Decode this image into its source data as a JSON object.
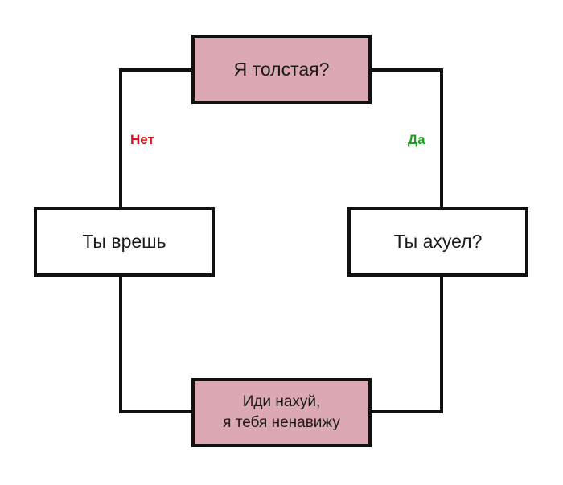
{
  "diagram": {
    "type": "flowchart",
    "colors": {
      "decision_fill": "#dba8b3",
      "node_fill": "#ffffff",
      "stroke": "#111111",
      "no_label": "#d9141f",
      "yes_label": "#1ea01e"
    },
    "nodes": {
      "top": {
        "text": "Я толстая?"
      },
      "left": {
        "text": "Ты врешь"
      },
      "right": {
        "text": "Ты ахуел?"
      },
      "bottom": {
        "line1": "Иди нахуй,",
        "line2": "я тебя ненавижу"
      }
    },
    "edges": {
      "no": {
        "label": "Нет",
        "from": "top",
        "to": "left"
      },
      "yes": {
        "label": "Да",
        "from": "top",
        "to": "right"
      },
      "left_to_bottom": {
        "from": "left",
        "to": "bottom"
      },
      "right_to_bottom": {
        "from": "right",
        "to": "bottom"
      }
    }
  }
}
